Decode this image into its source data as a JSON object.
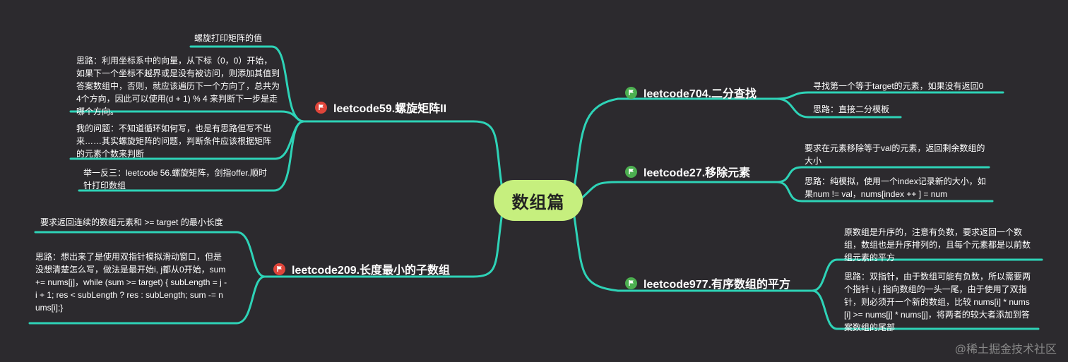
{
  "center": {
    "label": "数组篇"
  },
  "colors": {
    "line": "#2ed3b7",
    "center_fill": "#c6ef7e",
    "background": "#2c2a2e",
    "flag_red": "#e0453a",
    "flag_green": "#4caf50"
  },
  "left": [
    {
      "title": "leetcode59.螺旋矩阵II",
      "flag": "red-flag-icon",
      "notes": [
        "螺旋打印矩阵的值",
        "思路：利用坐标系中的向量，从下标（0，0）开始，如果下一个坐标不越界或是没有被访问，则添加其值到答案数组中，否则，就应该遍历下一个方向了，总共为4个方向，因此可以使用(d + 1) % 4 来判断下一步是走哪个方向。",
        "我的问题：不知道循环如何写，也是有思路但写不出来……其实螺旋矩阵的问题，判断条件应该根据矩阵的元素个数来判断",
        "举一反三：leetcode 56.螺旋矩阵，剑指offer.顺时针打印数组"
      ]
    },
    {
      "title": "leetcode209.长度最小的子数组",
      "flag": "red-flag-icon",
      "notes": [
        "要求返回连续的数组元素和 >= target 的最小长度",
        "思路：想出来了是使用双指针模拟滑动窗口，但是没想清楚怎么写，做法是最开始i, j都从0开始，sum += nums[j]，while (sum >= target) { subLength = j - i + 1; res < subLength ? res : subLength;  sum -= nums[i];}"
      ]
    }
  ],
  "right": [
    {
      "title": "leetcode704.二分查找",
      "flag": "green-flag-icon",
      "notes": [
        "寻找第一个等于target的元素，如果没有返回0",
        "思路：直接二分模板"
      ]
    },
    {
      "title": "leetcode27.移除元素",
      "flag": "green-flag-icon",
      "notes": [
        "要求在元素移除等于val的元素，返回剩余数组的大小",
        "思路：纯模拟，使用一个index记录新的大小，如果num != val，nums[index ++ ] = num"
      ]
    },
    {
      "title": "leetcode977.有序数组的平方",
      "flag": "green-flag-icon",
      "notes": [
        "原数组是升序的，注意有负数，要求返回一个数组，数组也是升序排列的，且每个元素都是以前数组元素的平方",
        "思路：双指针，由于数组可能有负数，所以需要两个指针 i, j 指向数组的一头一尾，由于使用了双指针，则必须开一个新的数组，比较 nums[i] * nums[i] >= nums[j] * nums[j]，将两者的较大者添加到答案数组的尾部"
      ]
    }
  ],
  "watermark": "@稀土掘金技术社区"
}
